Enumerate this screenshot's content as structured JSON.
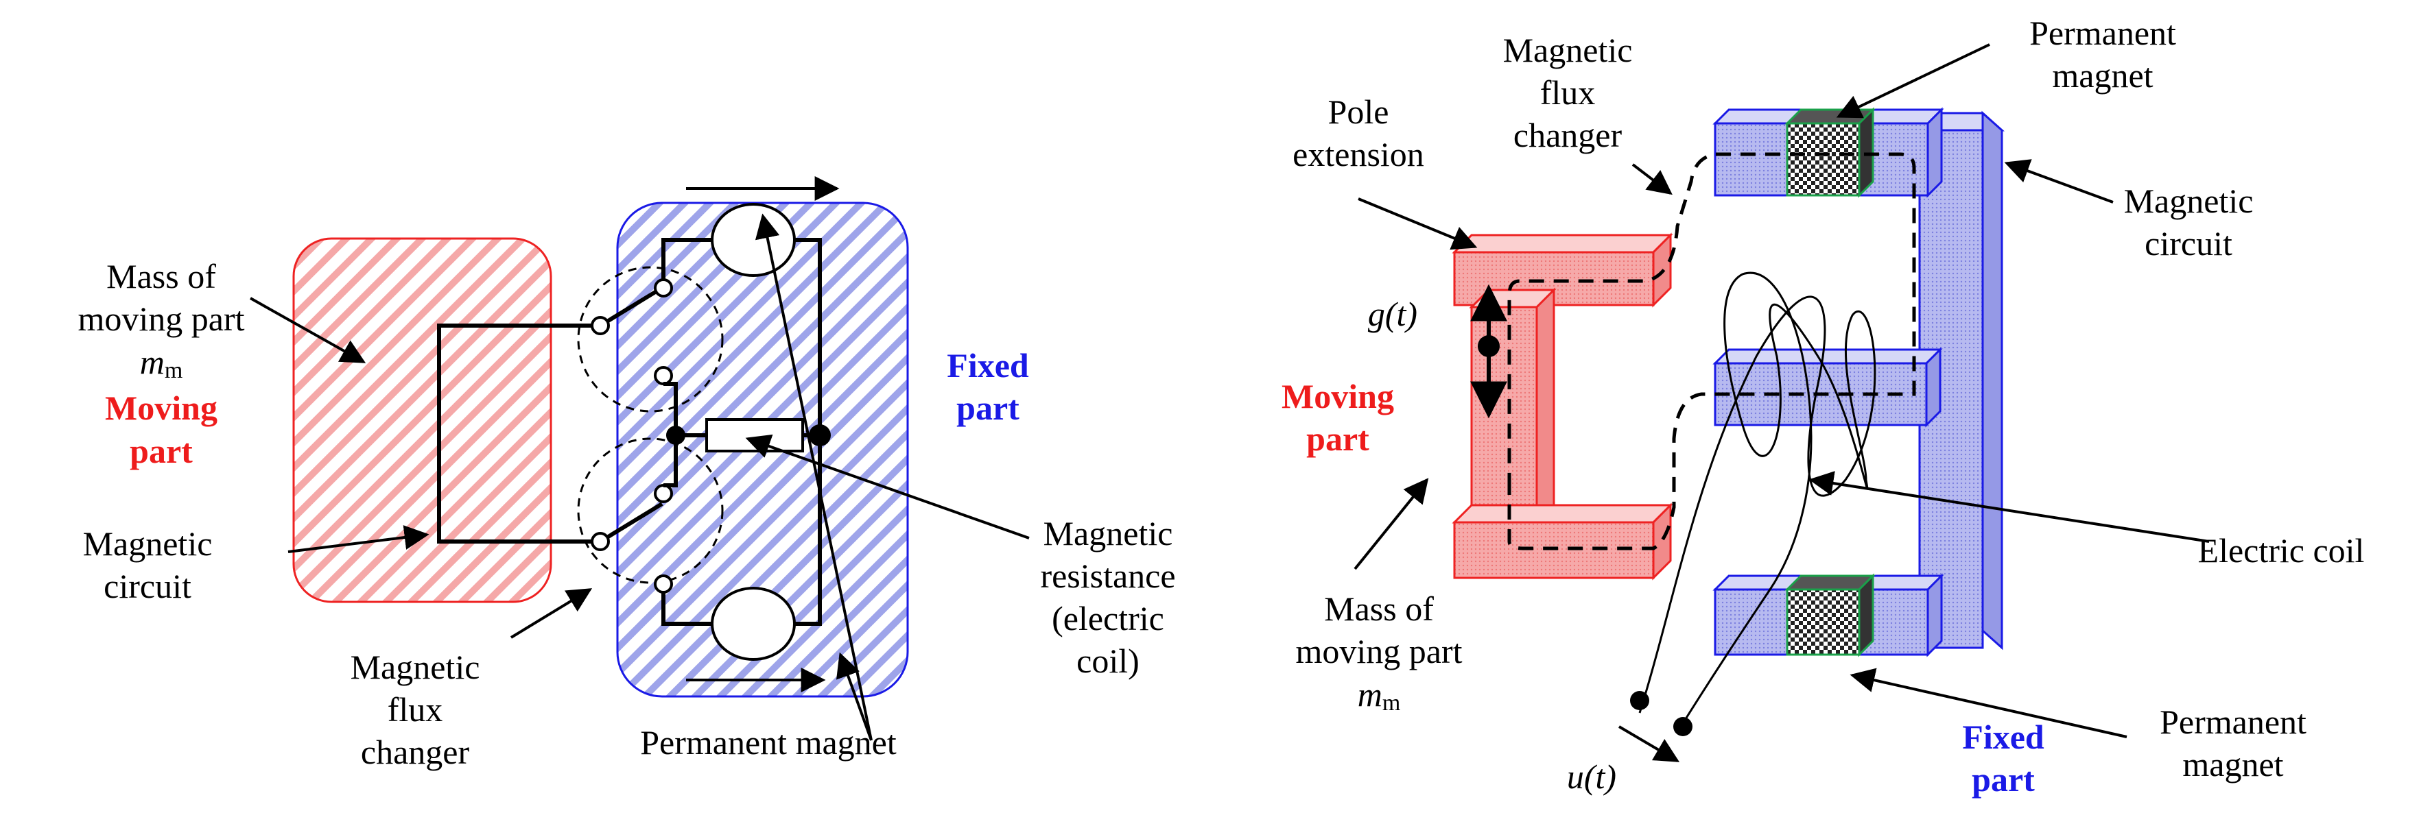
{
  "left_diagram": {
    "mass_label": [
      "Mass of",
      "moving part"
    ],
    "mass_symbol": "m",
    "mass_symbol_sub": "m",
    "moving_part": [
      "Moving",
      "part"
    ],
    "fixed_part": [
      "Fixed",
      "part"
    ],
    "magnetic_circuit": [
      "Magnetic",
      "circuit"
    ],
    "flux_changer": [
      "Magnetic",
      "flux",
      "changer"
    ],
    "permanent_magnet": "Permanent magnet",
    "magnetic_resistance": [
      "Magnetic",
      "resistance",
      "(electric",
      "coil)"
    ]
  },
  "right_diagram": {
    "pole_extension": [
      "Pole",
      "extension"
    ],
    "flux_changer": [
      "Magnetic",
      "flux",
      "changer"
    ],
    "permanent_magnet_top": [
      "Permanent",
      "magnet"
    ],
    "magnetic_circuit": [
      "Magnetic",
      "circuit"
    ],
    "gap": "g(t)",
    "moving_part": [
      "Moving",
      "part"
    ],
    "electric_coil": "Electric coil",
    "mass_label": [
      "Mass of",
      "moving part"
    ],
    "mass_symbol": "m",
    "mass_symbol_sub": "m",
    "voltage": "u(t)",
    "fixed_part": [
      "Fixed",
      "part"
    ],
    "permanent_magnet_bottom": [
      "Permanent",
      "magnet"
    ]
  },
  "colors": {
    "moving": "#ee1c1c",
    "fixed": "#1a1ae6",
    "moving_fill": "#f7a8a8",
    "fixed_fill": "#b3b6ef",
    "magnet_edge": "#1aa04a"
  }
}
